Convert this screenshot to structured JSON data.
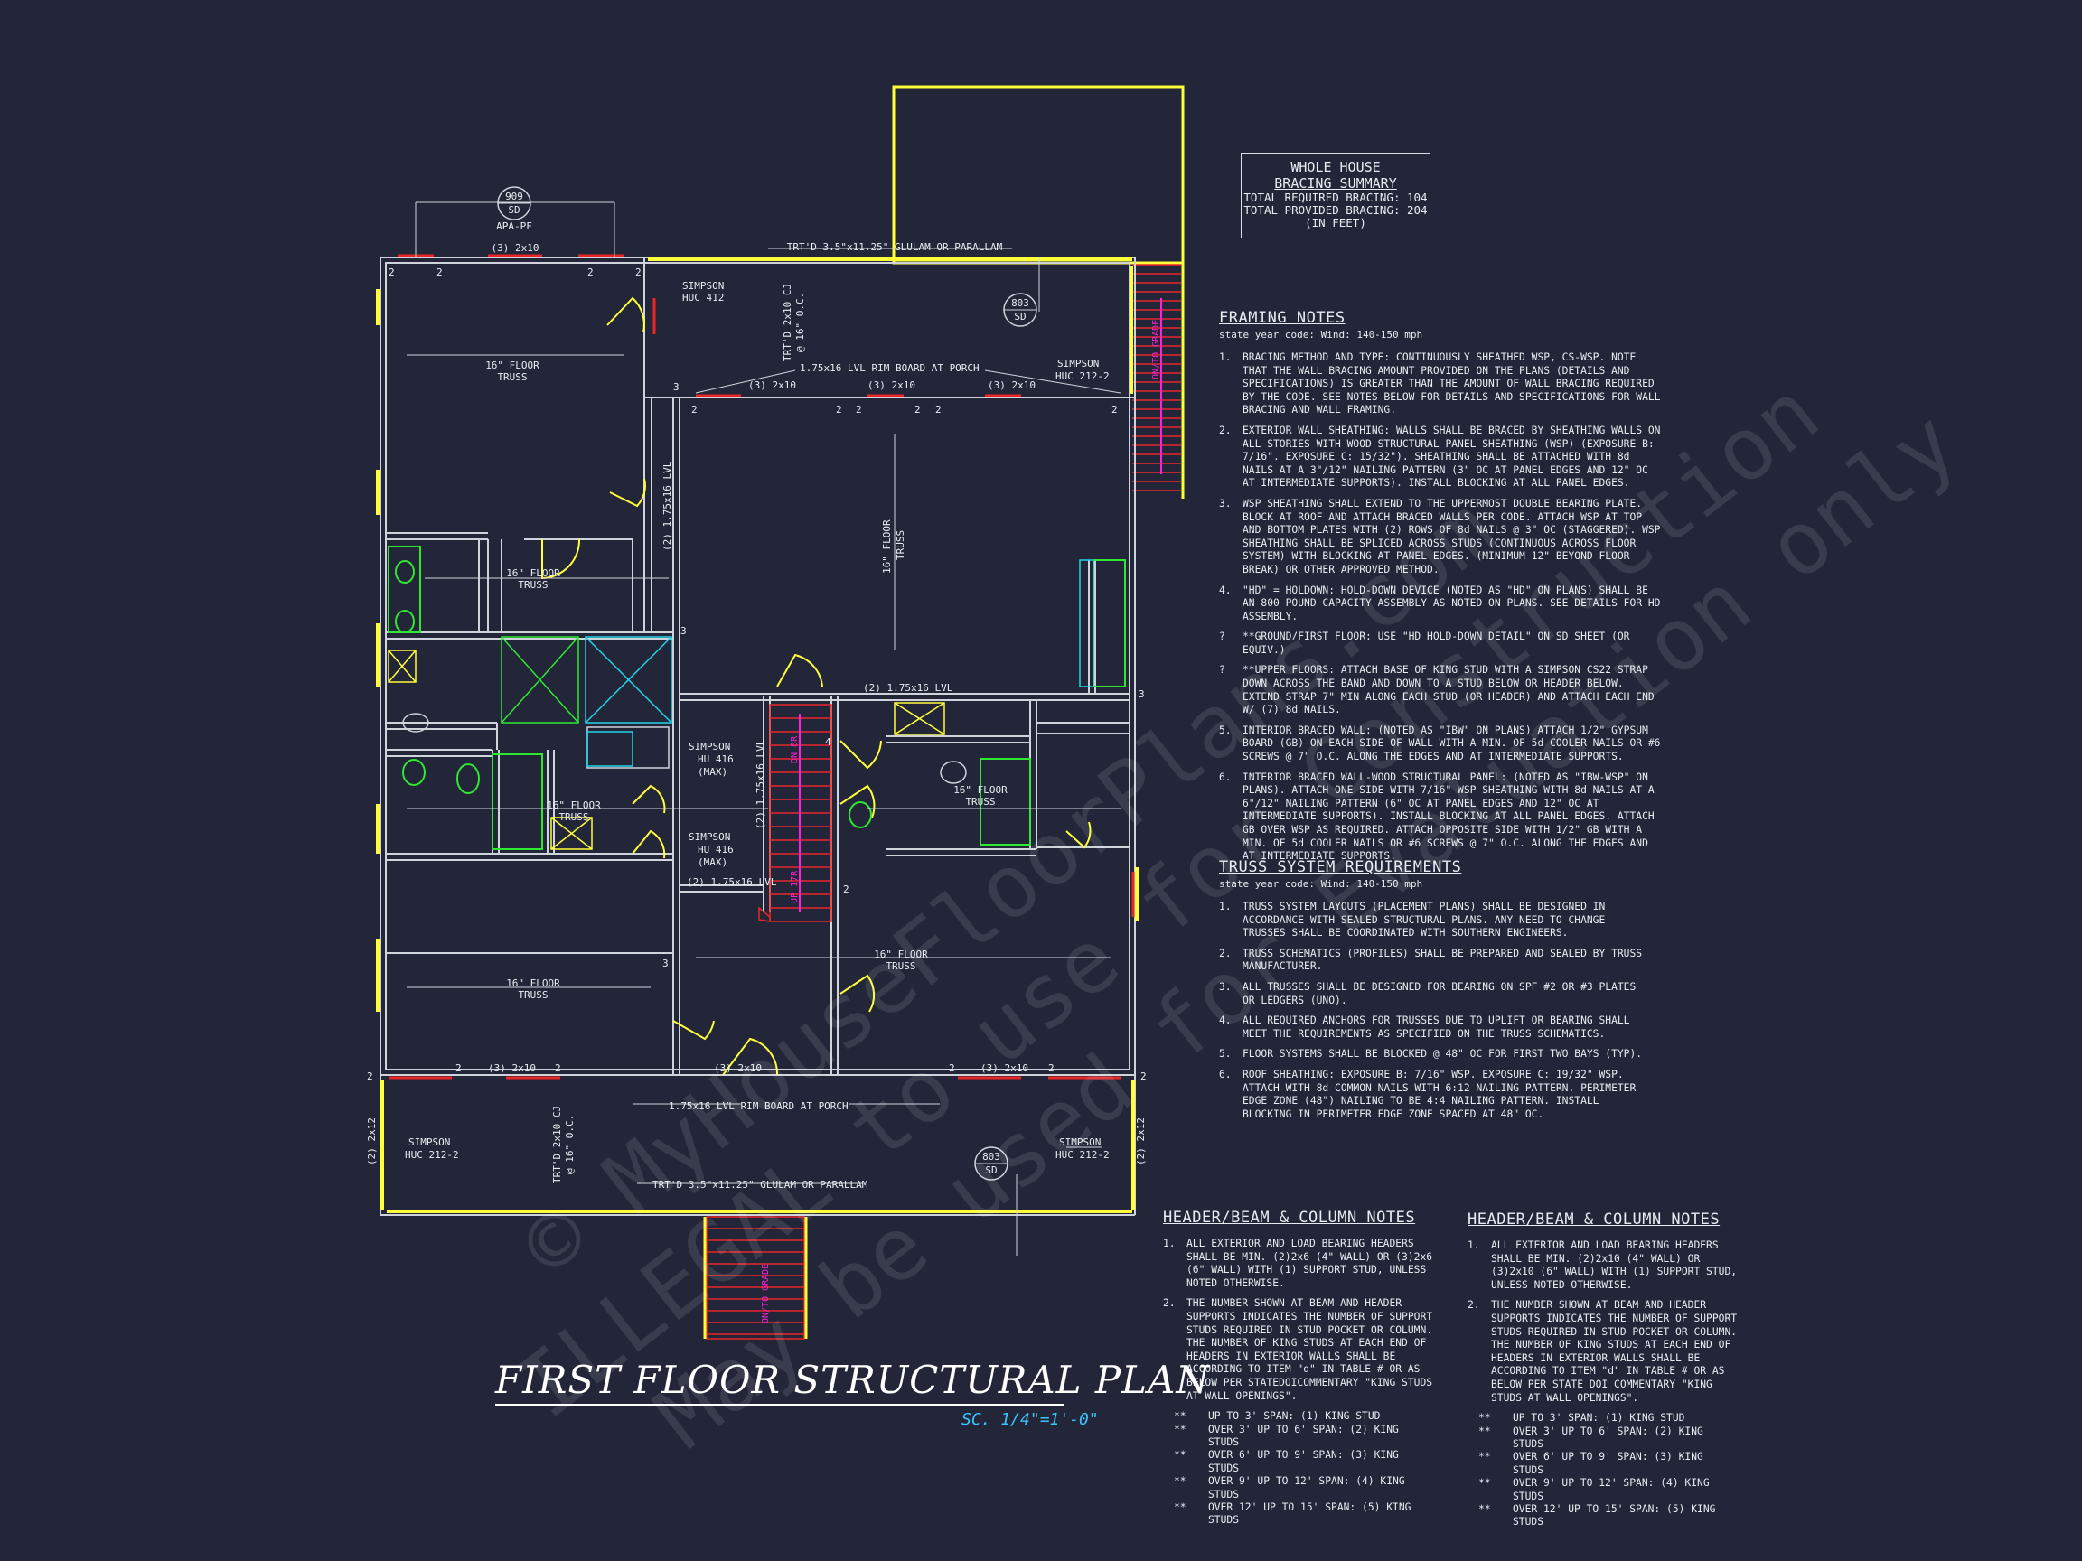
{
  "colors": {
    "background": "#222638",
    "wall": "#cfd4dc",
    "beam": "#ffff3a",
    "bracing_red": "#e8262a",
    "cyan": "#1fd5e8",
    "green": "#2ee833",
    "magenta": "#ff22d8",
    "scale": "#39c4ff"
  },
  "bracing_summary": {
    "title_line1": "WHOLE HOUSE",
    "title_line2": "BRACING SUMMARY",
    "required": "TOTAL REQUIRED BRACING: 104",
    "provided": "TOTAL PROVIDED BRACING: 204",
    "units": "(IN FEET)"
  },
  "plan": {
    "title": "FIRST FLOOR STRUCTURAL PLAN",
    "scale": "SC. 1/4\"=1'-0\"",
    "labels": {
      "detail_909": "909",
      "detail_sd": "SD",
      "apa_pf": "APA-PF",
      "header_2x10": "(3) 2x10",
      "glulam_top": "TRT'D 3.5\"x11.25\" GLULAM OR PARALLAM",
      "glulam_bottom": "TRT'D 3.5\"x11.25\" GLULAM OR PARALLAM",
      "detail_803": "803",
      "simpson_huc412_1": "SIMPSON",
      "simpson_huc412_2": "HUC 412",
      "trtd_cj_1": "TRT'D 2x10 CJ",
      "trtd_cj_2": "@ 16\" O.C.",
      "rim_top": "1.75x16 LVL RIM BOARD AT PORCH",
      "rim_bottom": "1.75x16 LVL RIM BOARD AT PORCH",
      "simpson_huc2122_1": "SIMPSON",
      "simpson_huc2122_2": "HUC 212-2",
      "truss_16_1": "16\" FLOOR",
      "truss_16_2": "TRUSS",
      "lvl_2_175x16": "(2) 1.75x16 LVL",
      "simpson_hu416_1": "SIMPSON",
      "simpson_hu416_2": "HU 416",
      "simpson_hu416_3": "(MAX)",
      "on_grade": "ON/TO GRADE",
      "up_label": "UP 17R",
      "dn_label": "DN 8R",
      "ply_2x12": "(2) 2x12",
      "n2": "2",
      "n3": "3",
      "n4": "4"
    }
  },
  "framing_notes": {
    "title": "FRAMING NOTES",
    "code": "state year code: Wind: 140-150 mph",
    "items": [
      {
        "n": "1.",
        "t": "BRACING METHOD AND TYPE: CONTINUOUSLY SHEATHED WSP, CS-WSP. NOTE THAT THE WALL BRACING AMOUNT PROVIDED ON THE PLANS (DETAILS AND SPECIFICATIONS) IS GREATER THAN THE AMOUNT OF WALL BRACING REQUIRED BY THE CODE. SEE NOTES BELOW FOR DETAILS AND SPECIFICATIONS FOR WALL BRACING AND WALL FRAMING."
      },
      {
        "n": "2.",
        "t": "EXTERIOR WALL SHEATHING: WALLS SHALL BE BRACED BY SHEATHING WALLS ON ALL STORIES WITH WOOD STRUCTURAL PANEL SHEATHING (WSP) (EXPOSURE B: 7/16\". EXPOSURE C: 15/32\"). SHEATHING SHALL BE ATTACHED WITH 8d NAILS AT A 3\"/12\" NAILING PATTERN (3\" OC AT PANEL EDGES AND 12\" OC AT INTERMEDIATE SUPPORTS). INSTALL BLOCKING AT ALL PANEL EDGES."
      },
      {
        "n": "3.",
        "t": "WSP SHEATHING SHALL EXTEND TO THE UPPERMOST DOUBLE BEARING PLATE. BLOCK AT ROOF AND ATTACH BRACED WALLS PER CODE. ATTACH WSP AT TOP AND BOTTOM PLATES WITH (2) ROWS OF 8d NAILS @ 3\" OC (STAGGERED). WSP SHEATHING SHALL BE SPLICED ACROSS STUDS (CONTINUOUS ACROSS FLOOR SYSTEM) WITH BLOCKING AT PANEL EDGES. (MINIMUM 12\" BEYOND FLOOR BREAK) OR OTHER APPROVED METHOD."
      },
      {
        "n": "4.",
        "t": "\"HD\" = HOLDOWN: HOLD-DOWN DEVICE (NOTED AS \"HD\" ON PLANS) SHALL BE AN 800 POUND CAPACITY ASSEMBLY AS NOTED ON PLANS. SEE DETAILS FOR HD ASSEMBLY."
      },
      {
        "n": "?",
        "t": "**GROUND/FIRST FLOOR: USE \"HD HOLD-DOWN DETAIL\" ON SD SHEET (OR EQUIV.)"
      },
      {
        "n": "?",
        "t": "**UPPER FLOORS: ATTACH BASE OF KING STUD WITH A SIMPSON CS22 STRAP DOWN ACROSS THE BAND AND DOWN TO A STUD BELOW OR HEADER BELOW. EXTEND STRAP 7\" MIN ALONG EACH STUD (OR HEADER) AND ATTACH EACH END W/ (7) 8d NAILS."
      },
      {
        "n": "5.",
        "t": "INTERIOR BRACED WALL: (NOTED AS \"IBW\" ON PLANS) ATTACH 1/2\" GYPSUM BOARD (GB) ON EACH SIDE OF WALL WITH A MIN. OF 5d COOLER NAILS OR #6 SCREWS @ 7\" O.C. ALONG THE EDGES AND AT INTERMEDIATE SUPPORTS."
      },
      {
        "n": "6.",
        "t": "INTERIOR BRACED WALL-WOOD STRUCTURAL PANEL: (NOTED AS \"IBW-WSP\" ON PLANS). ATTACH ONE SIDE WITH 7/16\" WSP SHEATHING WITH 8d NAILS AT A 6\"/12\" NAILING PATTERN (6\" OC AT PANEL EDGES AND 12\" OC AT INTERMEDIATE SUPPORTS). INSTALL BLOCKING AT ALL PANEL EDGES. ATTACH GB OVER WSP AS REQUIRED. ATTACH OPPOSITE SIDE WITH 1/2\" GB WITH A MIN. OF 5d COOLER NAILS OR #6 SCREWS @ 7\" O.C. ALONG THE EDGES AND AT INTERMEDIATE SUPPORTS."
      }
    ]
  },
  "truss_notes": {
    "title": "TRUSS SYSTEM REQUIREMENTS",
    "code": "state year code: Wind: 140-150 mph",
    "items": [
      {
        "n": "1.",
        "t": "TRUSS SYSTEM LAYOUTS (PLACEMENT PLANS) SHALL BE DESIGNED IN ACCORDANCE WITH SEALED STRUCTURAL PLANS. ANY NEED TO CHANGE TRUSSES SHALL BE COORDINATED WITH SOUTHERN ENGINEERS."
      },
      {
        "n": "2.",
        "t": "TRUSS SCHEMATICS (PROFILES) SHALL BE PREPARED AND SEALED BY TRUSS MANUFACTURER."
      },
      {
        "n": "3.",
        "t": "ALL TRUSSES SHALL BE DESIGNED FOR BEARING ON SPF #2 OR #3 PLATES OR LEDGERS (UNO)."
      },
      {
        "n": "4.",
        "t": "ALL REQUIRED ANCHORS FOR TRUSSES DUE TO UPLIFT OR BEARING SHALL MEET THE REQUIREMENTS AS SPECIFIED ON THE TRUSS SCHEMATICS."
      },
      {
        "n": "5.",
        "t": "FLOOR SYSTEMS SHALL BE BLOCKED @ 48\" OC FOR FIRST TWO BAYS (TYP)."
      },
      {
        "n": "6.",
        "t": "ROOF SHEATHING: EXPOSURE B: 7/16\" WSP. EXPOSURE C: 19/32\" WSP. ATTACH WITH 8d COMMON NAILS WITH 6:12 NAILING PATTERN. PERIMETER EDGE ZONE (48\") NAILING TO BE 4:4 NAILING PATTERN. INSTALL BLOCKING IN PERIMETER EDGE ZONE SPACED AT 48\" OC."
      }
    ]
  },
  "header_notes_a": {
    "title": "HEADER/BEAM & COLUMN NOTES",
    "items": [
      {
        "n": "1.",
        "t": "ALL EXTERIOR AND LOAD BEARING HEADERS SHALL BE MIN. (2)2x6 (4\" WALL) OR (3)2x6 (6\" WALL) WITH (1) SUPPORT STUD, UNLESS NOTED OTHERWISE."
      },
      {
        "n": "2.",
        "t": "THE NUMBER SHOWN AT BEAM AND HEADER SUPPORTS INDICATES THE NUMBER OF SUPPORT STUDS REQUIRED IN STUD POCKET OR COLUMN. THE NUMBER OF KING STUDS AT EACH END OF HEADERS IN EXTERIOR WALLS SHALL BE ACCORDING TO ITEM \"d\" IN TABLE # OR AS BELOW PER STATEDOICOMMENTARY \"KING STUDS AT WALL OPENINGS\"."
      }
    ],
    "bullets": [
      {
        "n": "**",
        "t": "UP TO 3' SPAN: (1) KING STUD"
      },
      {
        "n": "**",
        "t": "OVER 3' UP TO 6' SPAN: (2) KING STUDS"
      },
      {
        "n": "**",
        "t": "OVER 6' UP TO 9' SPAN: (3) KING STUDS"
      },
      {
        "n": "**",
        "t": "OVER 9' UP TO 12' SPAN: (4) KING STUDS"
      },
      {
        "n": "**",
        "t": "OVER 12' UP TO 15' SPAN: (5) KING STUDS"
      }
    ]
  },
  "header_notes_b": {
    "title": "HEADER/BEAM & COLUMN NOTES",
    "items": [
      {
        "n": "1.",
        "t": "ALL EXTERIOR AND LOAD BEARING HEADERS SHALL BE MIN. (2)2x10 (4\" WALL) OR (3)2x10 (6\" WALL) WITH (1) SUPPORT STUD, UNLESS NOTED OTHERWISE."
      },
      {
        "n": "2.",
        "t": "THE NUMBER SHOWN AT BEAM AND HEADER SUPPORTS INDICATES THE NUMBER OF SUPPORT STUDS REQUIRED IN STUD POCKET OR COLUMN. THE NUMBER OF KING STUDS AT EACH END OF HEADERS IN EXTERIOR WALLS SHALL BE ACCORDING TO ITEM \"d\" IN TABLE # OR AS BELOW PER STATE DOI COMMENTARY \"KING STUDS AT WALL OPENINGS\"."
      }
    ],
    "bullets": [
      {
        "n": "**",
        "t": "UP TO 3' SPAN: (1) KING STUD"
      },
      {
        "n": "**",
        "t": "OVER 3' UP TO 6' SPAN: (2) KING STUDS"
      },
      {
        "n": "**",
        "t": "OVER 6' UP TO 9' SPAN: (3) KING STUDS"
      },
      {
        "n": "**",
        "t": "OVER 9' UP TO 12' SPAN: (4) KING STUDS"
      },
      {
        "n": "**",
        "t": "OVER 12' UP TO 15' SPAN: (5) KING STUDS"
      }
    ]
  },
  "watermark": {
    "line1": "© MyHouseFloorPlans.com",
    "line2": "ILLEGAL to use for Construction",
    "line3": "May be used for Evaluation only"
  }
}
